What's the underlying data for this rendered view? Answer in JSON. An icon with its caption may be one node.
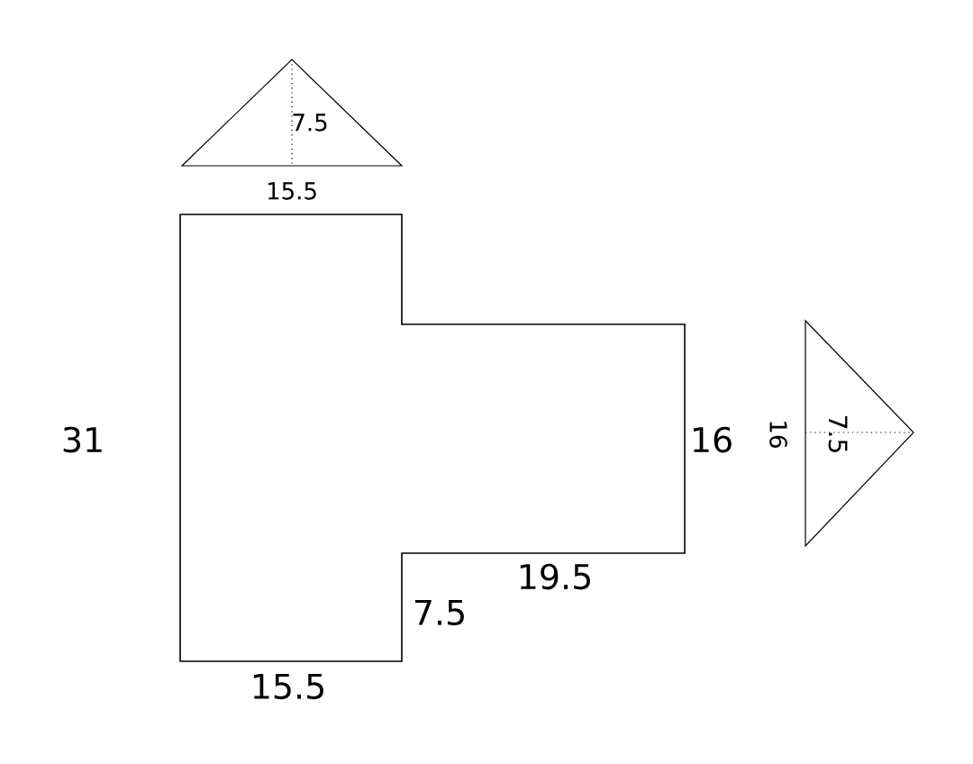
{
  "diagram": {
    "labels": [
      "7.5",
      "15.5",
      "31",
      "16",
      "7.5",
      "16",
      "19.5",
      "7.5",
      "15.5"
    ]
  }
}
